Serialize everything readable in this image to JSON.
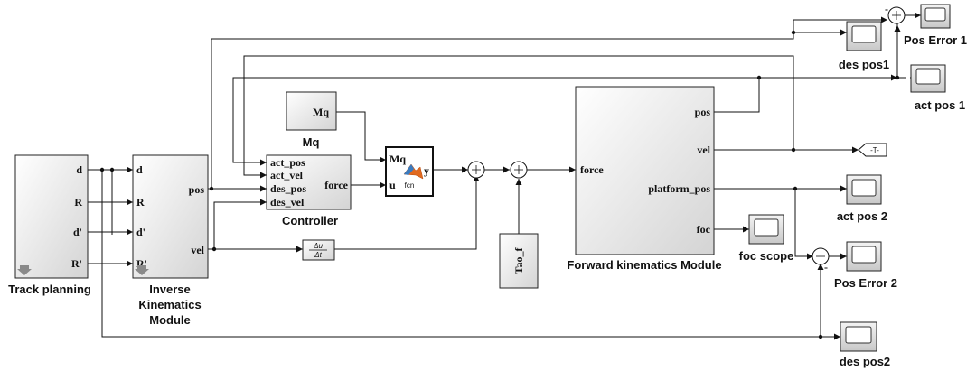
{
  "blocks": {
    "track_planning": {
      "name": "Track planning",
      "ports_out": [
        "d",
        "R",
        "d'",
        "R'"
      ]
    },
    "inverse_kinematics": {
      "name_lines": [
        "Inverse",
        "Kinematics",
        "Module"
      ],
      "ports_in": [
        "d",
        "R",
        "d'",
        "R'"
      ],
      "ports_out": [
        "pos",
        "vel"
      ]
    },
    "mq": {
      "content": "Mq",
      "name": "Mq"
    },
    "controller": {
      "name": "Controller",
      "ports_in": [
        "act_pos",
        "act_vel",
        "des_pos",
        "des_vel"
      ],
      "port_out": "force"
    },
    "fcn": {
      "ports_in": [
        "Mq",
        "u"
      ],
      "port_out": "y",
      "caption": "fcn"
    },
    "derivative": {
      "num": "Δu",
      "den": "Δt"
    },
    "tao_f": {
      "content": "Tao_f"
    },
    "forward_kinematics": {
      "name": "Forward kinematics Module",
      "port_in": "force",
      "ports_out": [
        "pos",
        "vel",
        "platform_pos",
        "foc"
      ]
    },
    "goto_tag": {
      "content": "-T-"
    },
    "scopes": {
      "pos_error_1": "Pos Error 1",
      "des_pos1": "des pos1",
      "act_pos_1": "act pos 1",
      "act_pos_2": "act pos 2",
      "foc_scope": "foc scope",
      "pos_error_2": "Pos Error 2",
      "des_pos2": "des pos2"
    },
    "sum_signs": {
      "error1_minus": "-",
      "error2_minus": "-"
    }
  }
}
